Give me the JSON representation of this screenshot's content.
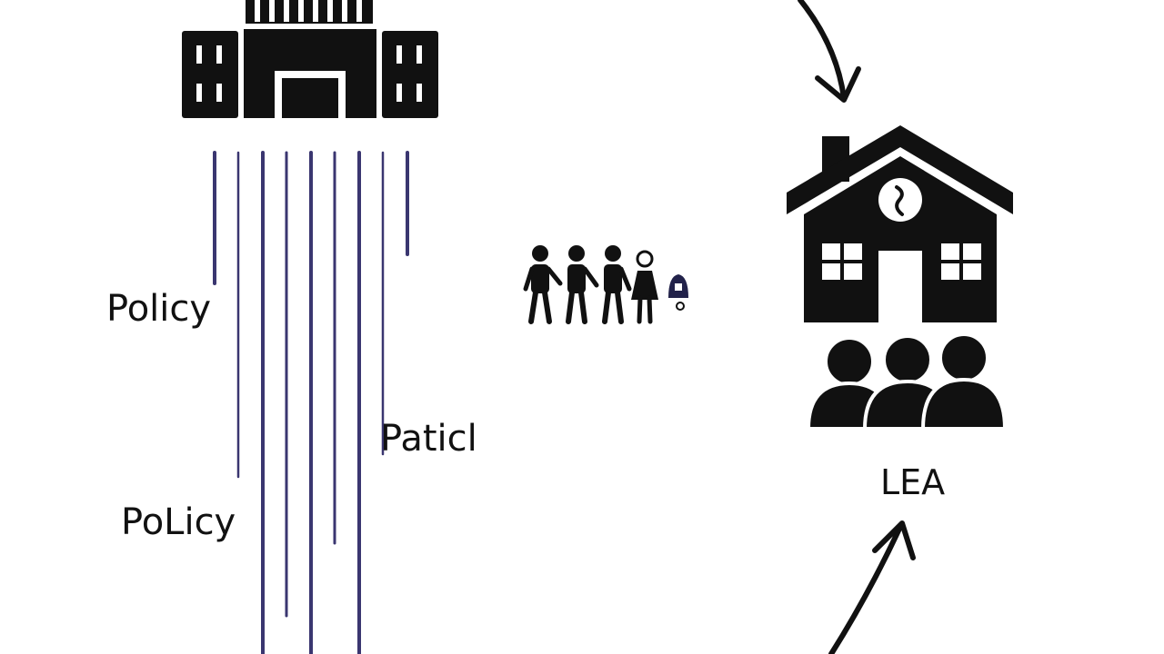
{
  "labels": {
    "policy_1": "Policy",
    "policy_2": "PoLicy",
    "policy_3": "Paticl",
    "lea": "LEA"
  },
  "icons": {
    "government": "government-building-icon",
    "people": "people-group-icon",
    "school": "school-house-icon",
    "community": "community-group-icon",
    "arrow_top": "curved-arrow-down-icon",
    "arrow_bottom": "curved-arrow-up-icon"
  },
  "colors": {
    "ink": "#111111",
    "policy_lines": "#3a3670",
    "background": "#ffffff"
  }
}
